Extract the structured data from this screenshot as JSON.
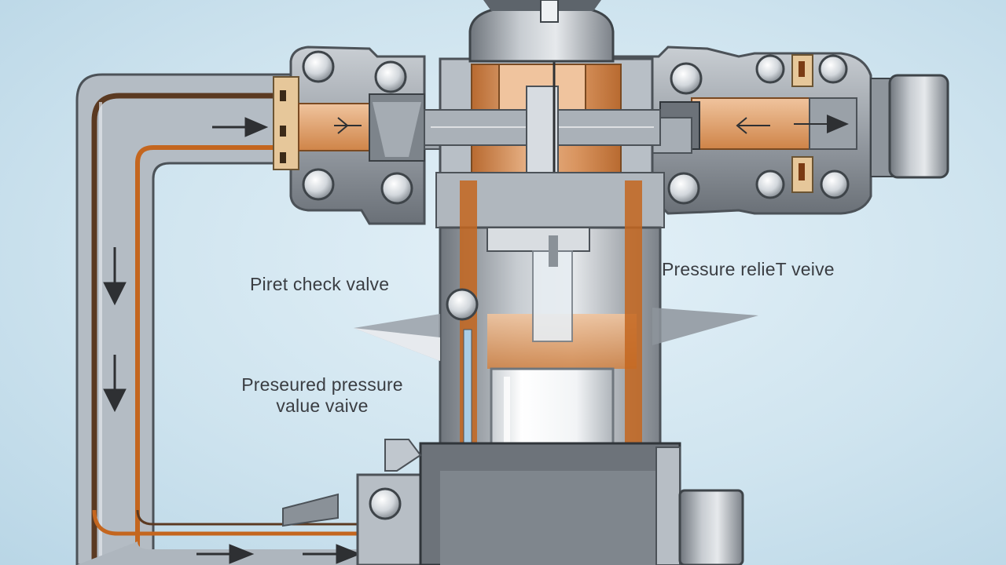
{
  "labels": {
    "pilot_check": "Piret check valve",
    "pressure_relief": "Pressure relieT veive",
    "pressured_line1": "Preseured pressure",
    "pressured_line2": "value vaive"
  },
  "colors": {
    "background": "#cfe4ef",
    "steel": "#8f959c",
    "steel_dark": "#555b62",
    "copper": "#c97a3c",
    "copper_light": "#e7b183",
    "flow_line": "#c4661f",
    "bolt": "#e9edf1",
    "arrow": "#2e3033"
  }
}
